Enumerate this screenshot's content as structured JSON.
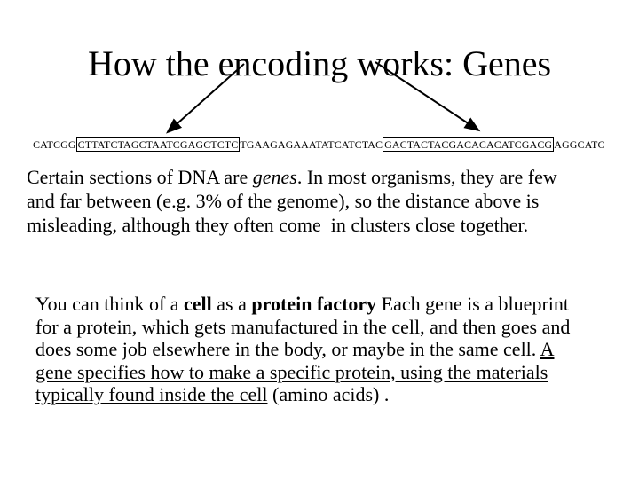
{
  "title": "How the encoding works: Genes",
  "colors": {
    "text": "#000000",
    "background": "#ffffff",
    "arrow": "#000000",
    "gene_box_border": "#000000"
  },
  "sequence": {
    "full": "CATCGGCTTATCTAGCTAATCGAGCTCTCTGAAGAGAAATATCATCTACGACTACTACGACACACATCGACGAGGCATC",
    "lines": [
      [
        {
          "text": "CATCGG"
        },
        {
          "text": "CTTATCTAGCTAATCGAGCTCTC",
          "style": "box"
        },
        {
          "text": "TGAAGAGAAATATCATCTAC"
        },
        {
          "text": "GACTACTACGACACACATCGACG",
          "style": "box"
        },
        {
          "text": "AGGCATC"
        }
      ]
    ]
  },
  "arrows": [
    {
      "name": "arrow-to-first-gene",
      "points_at": "first boxed gene region"
    },
    {
      "name": "arrow-to-second-gene",
      "points_at": "second boxed gene region"
    }
  ],
  "paragraph1": {
    "lines": [
      [
        {
          "text": "Certain sections of DNA are "
        },
        {
          "text": "genes",
          "style": "i"
        },
        {
          "text": ". In most organisms, they are few"
        }
      ],
      [
        {
          "text": "and far between (e.g. 3% of the genome), so the distance above is"
        }
      ],
      [
        {
          "text": "misleading, although they often come  in clusters close together."
        }
      ]
    ]
  },
  "paragraph2": {
    "lines": [
      [
        {
          "text": "You can think of a "
        },
        {
          "text": "cell",
          "style": "b"
        },
        {
          "text": " as a "
        },
        {
          "text": "protein factory",
          "style": "b"
        },
        {
          "text": " Each gene is a blueprint"
        }
      ],
      [
        {
          "text": "for a protein, which gets manufactured in the cell, and then goes and"
        }
      ],
      [
        {
          "text": "does some job elsewhere in the body, or maybe in the same cell. "
        },
        {
          "text": "A",
          "style": "u"
        }
      ],
      [
        {
          "text": "gene specifies how to make a specific protein, using the materials",
          "style": "u"
        }
      ],
      [
        {
          "text": "typically found inside the cell",
          "style": "u"
        },
        {
          "text": " (amino acids) ."
        }
      ]
    ]
  }
}
